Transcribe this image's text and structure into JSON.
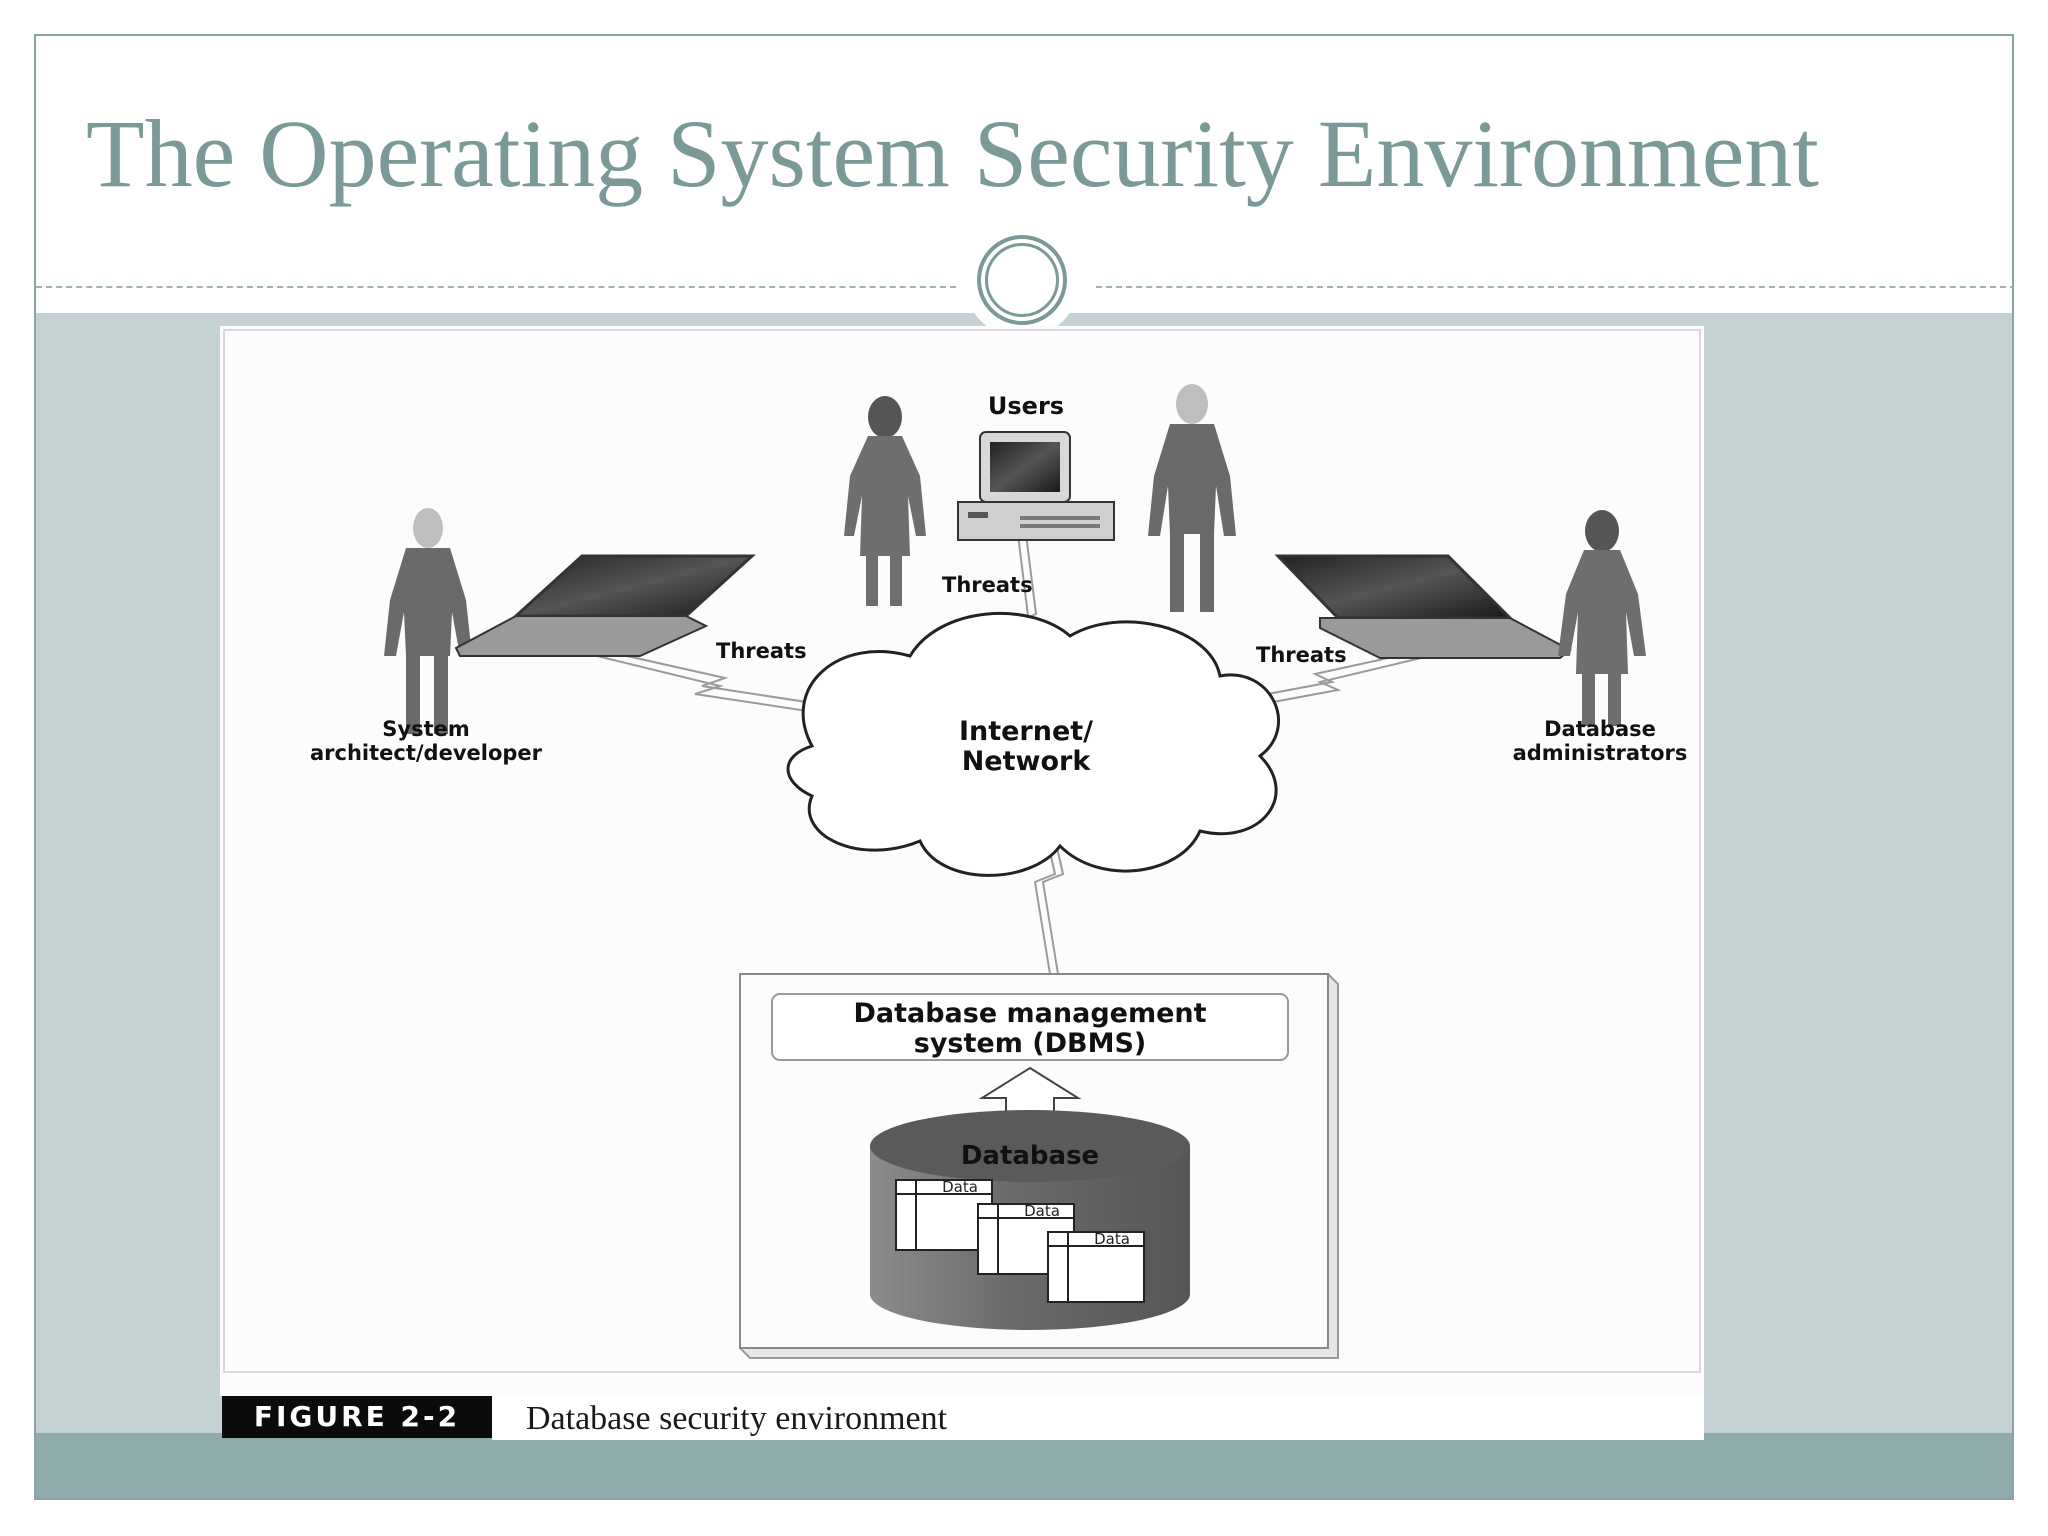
{
  "slide": {
    "title": "The Operating System Security Environment"
  },
  "figure": {
    "users_label": "Users",
    "threats_label_top": "Threats",
    "threats_label_left": "Threats",
    "threats_label_right": "Threats",
    "developer_label_line1": "System",
    "developer_label_line2": "architect/developer",
    "dba_label_line1": "Database",
    "dba_label_line2": "administrators",
    "network_label_line1": "Internet/",
    "network_label_line2": "Network",
    "dbms_label_line1": "Database management",
    "dbms_label_line2": "system (DBMS)",
    "database_label": "Database",
    "data_labels": [
      "Data",
      "Data",
      "Data"
    ]
  },
  "caption": {
    "label": "FIGURE 2-2",
    "text": "Database security environment"
  },
  "colors": {
    "title": "#7a9997",
    "content_band": "#c5d2d3",
    "bottom_band": "#8fabab"
  }
}
